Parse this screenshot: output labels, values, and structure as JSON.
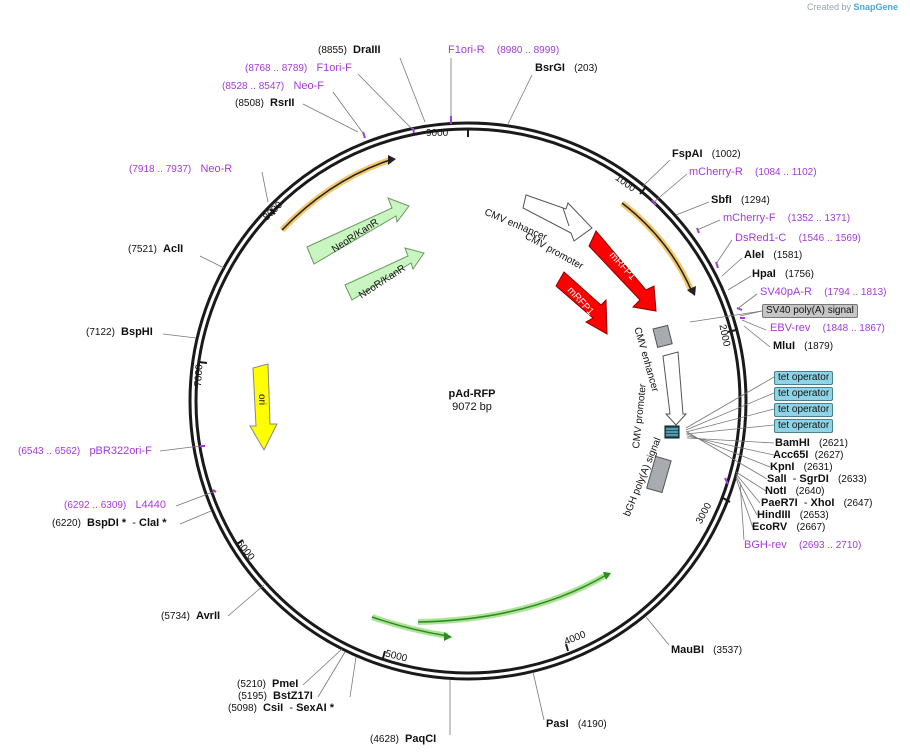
{
  "brand": {
    "created_by": "Created by",
    "product": "SnapGene"
  },
  "plasmid": {
    "name": "pAd-RFP",
    "size": "9072 bp"
  },
  "ticks": [
    "1000",
    "2000",
    "3000",
    "4000",
    "5000",
    "6000",
    "7000",
    "8000",
    "9000"
  ],
  "enzymes": {
    "drai": {
      "pos": "(8855)",
      "name": "DraIII"
    },
    "bsrgi": {
      "pos": "(203)",
      "name": "BsrGI"
    },
    "rsrii": {
      "pos": "(8508)",
      "name": "RsrII"
    },
    "fspai": {
      "pos": "(1002)",
      "name": "FspAI"
    },
    "sbfi": {
      "pos": "(1294)",
      "name": "SbfI"
    },
    "alei": {
      "pos": "(1581)",
      "name": "AleI"
    },
    "hpai": {
      "pos": "(1756)",
      "name": "HpaI"
    },
    "mlui": {
      "pos": "(1879)",
      "name": "MluI"
    },
    "acli": {
      "pos": "(7521)",
      "name": "AclI"
    },
    "bsphi": {
      "pos": "(7122)",
      "name": "BspHI"
    },
    "bamhi": {
      "pos": "(2621)",
      "name": "BamHI"
    },
    "acc65i": {
      "pos": "(2627)",
      "name": "Acc65I"
    },
    "kpni": {
      "pos": "(2631)",
      "name": "KpnI"
    },
    "sali": {
      "pos": "(2633)",
      "name": "SalI",
      "name2": "SgrDI"
    },
    "noti": {
      "pos": "(2640)",
      "name": "NotI"
    },
    "paer7i": {
      "pos": "(2647)",
      "name": "PaeR7I",
      "name2": "XhoI"
    },
    "hindiii": {
      "pos": "(2653)",
      "name": "HindIII"
    },
    "ecorv": {
      "pos": "(2667)",
      "name": "EcoRV"
    },
    "bspdi": {
      "pos": "(6220)",
      "name": "BspDI *",
      "name2": "ClaI *"
    },
    "avrii": {
      "pos": "(5734)",
      "name": "AvrII"
    },
    "maubi": {
      "pos": "(3537)",
      "name": "MauBI"
    },
    "pmei": {
      "pos": "(5210)",
      "name": "PmeI"
    },
    "bstz17i": {
      "pos": "(5195)",
      "name": "BstZ17I"
    },
    "csii": {
      "pos": "(5098)",
      "name": "CsiI",
      "name2": "SexAI *"
    },
    "pasi": {
      "pos": "(4190)",
      "name": "PasI"
    },
    "paqci": {
      "pos": "(4628)",
      "name": "PaqCI"
    }
  },
  "primers": {
    "f1ori_r": {
      "name": "F1ori-R",
      "range": "(8980 .. 8999)"
    },
    "f1ori_f": {
      "name": "F1ori-F",
      "range": "(8768 .. 8789)"
    },
    "neo_f": {
      "name": "Neo-F",
      "range": "(8528 .. 8547)"
    },
    "neo_r": {
      "name": "Neo-R",
      "range": "(7918 .. 7937)"
    },
    "mcherry_r": {
      "name": "mCherry-R",
      "range": "(1084 .. 1102)"
    },
    "mcherry_f": {
      "name": "mCherry-F",
      "range": "(1352 .. 1371)"
    },
    "dsred1_c": {
      "name": "DsRed1-C",
      "range": "(1546 .. 1569)"
    },
    "sv40pa_r": {
      "name": "SV40pA-R",
      "range": "(1794 .. 1813)"
    },
    "ebv_rev": {
      "name": "EBV-rev",
      "range": "(1848 .. 1867)"
    },
    "pbr322ori_f": {
      "name": "pBR322ori-F",
      "range": "(6543 .. 6562)"
    },
    "l4440": {
      "name": "L4440",
      "range": "(6292 .. 6309)"
    },
    "bgh_rev": {
      "name": "BGH-rev",
      "range": "(2693 .. 2710)"
    }
  },
  "features": {
    "neokanr_outer": "NeoR/KanR",
    "neokanr_inner": "NeoR/KanR",
    "ori": "ori",
    "cmv_enhancer_outer": "CMV enhancer",
    "cmv_promoter_outer": "CMV promoter",
    "mrfp1_outer": "mRFP1",
    "mrfp1_inner": "mRFP1",
    "cmv_enhancer_inner": "CMV enhancer",
    "cmv_promoter_inner": "CMV promoter",
    "sv40_polya": "SV40 poly(A) signal",
    "tet_operators": [
      "tet operator",
      "tet operator",
      "tet operator",
      "tet operator"
    ],
    "bgh_polya": "bGH poly(A) signal"
  },
  "colors": {
    "backbone": "#1a1a1a",
    "primer": "#a43bd6",
    "mrfp1": "#ff0000",
    "neo": "#c8f5c0",
    "ori": "#ffff00",
    "tet": "#8fd4e6",
    "orf_outline": "#e8a820",
    "orf_green": "#2e8b1e"
  }
}
